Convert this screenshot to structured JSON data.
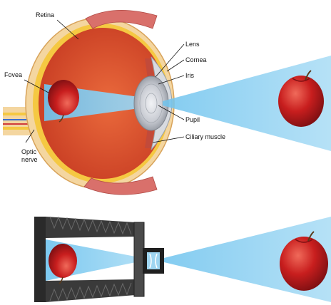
{
  "eye_diagram": {
    "labels": {
      "retina": "Retina",
      "fovea": "Fovea",
      "optic_nerve_line1": "Optic",
      "optic_nerve_line2": "nerve",
      "lens": "Lens",
      "cornea": "Cornea",
      "iris": "Iris",
      "pupil": "Pupil",
      "ciliary_muscle": "Ciliary muscle"
    },
    "colors": {
      "light_cone": "#8fd0f0",
      "eyeball_interior": "#e0522e",
      "sclera": "#f4d6a0",
      "retina_layer": "#f5c842",
      "lens": "#c9ccd3",
      "apple": "#c81e1e"
    }
  },
  "camera_diagram": {
    "colors": {
      "bellows": "#3a3a3a",
      "light_cone": "#8fd0f0",
      "apple": "#c81e1e"
    }
  }
}
